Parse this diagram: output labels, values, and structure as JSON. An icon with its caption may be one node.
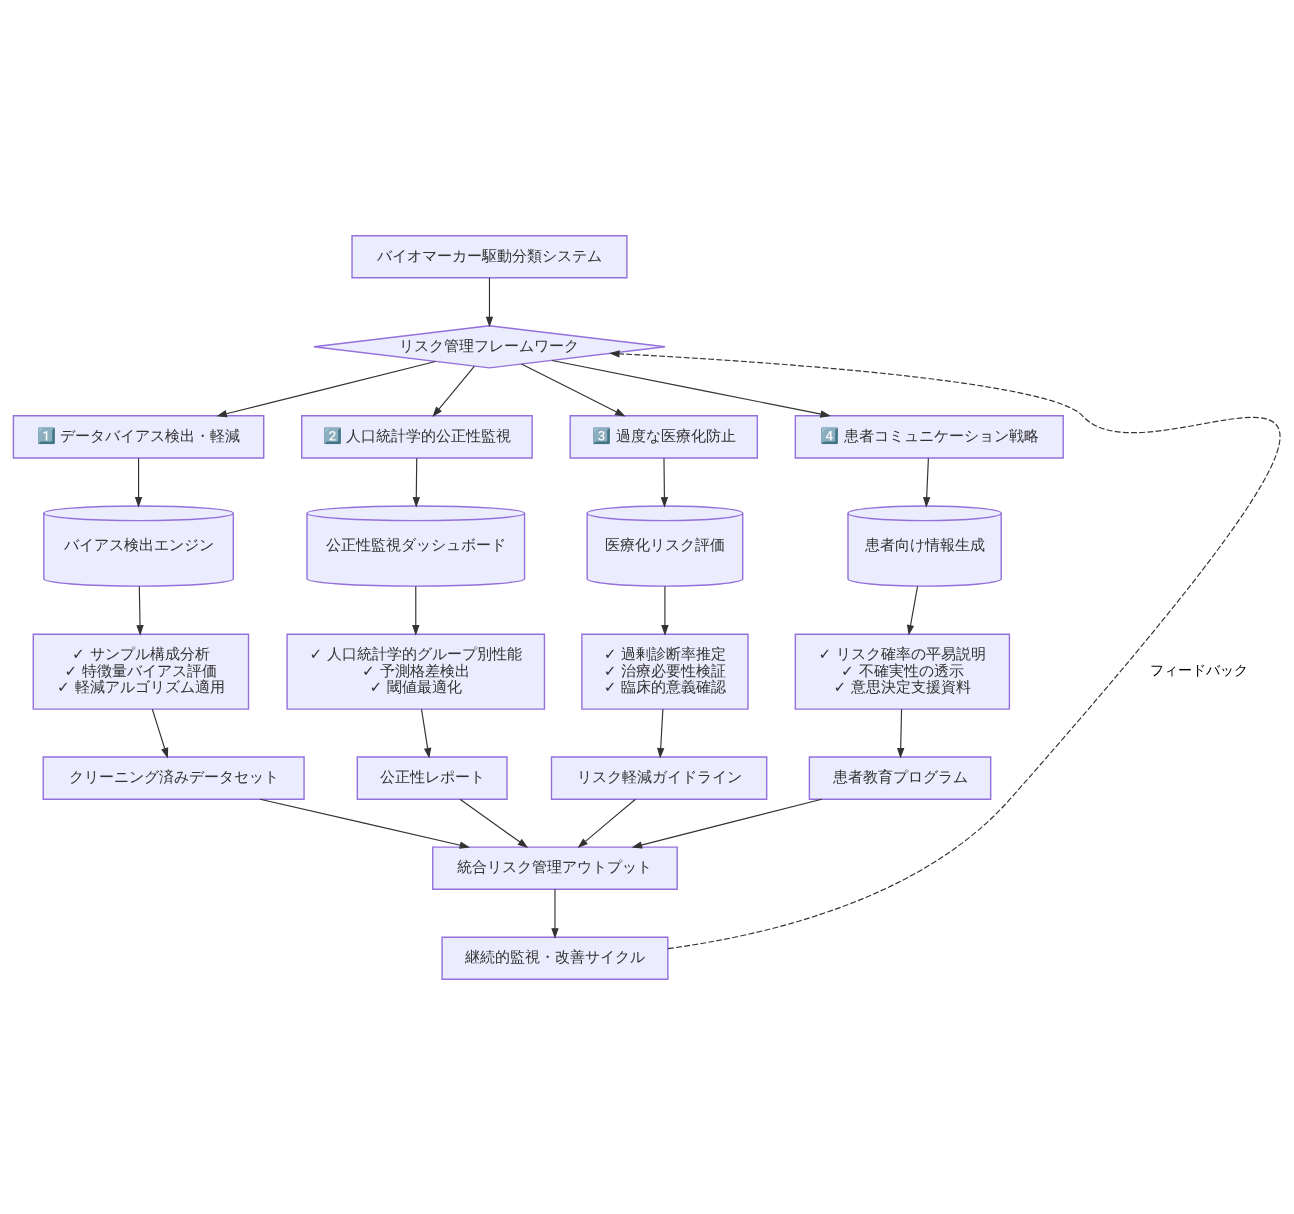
{
  "diagram": {
    "nodes": [
      {
        "text": [
          "バイオマーカー駆動分類システム"
        ]
      },
      {
        "text": [
          "リスク管理フレームワーク"
        ]
      },
      {
        "text": [
          "1️⃣ データバイアス検出・軽減"
        ]
      },
      {
        "text": [
          "2️⃣ 人口統計学的公正性監視"
        ]
      },
      {
        "text": [
          "3️⃣ 過度な医療化防止"
        ]
      },
      {
        "text": [
          "4️⃣ 患者コミュニケーション戦略"
        ]
      },
      {
        "text": [
          "バイアス検出エンジン"
        ]
      },
      {
        "text": [
          "公正性監視ダッシュボード"
        ]
      },
      {
        "text": [
          "医療化リスク評価"
        ]
      },
      {
        "text": [
          "患者向け情報生成"
        ]
      },
      {
        "text": [
          "✓ サンプル構成分析",
          "✓ 特徴量バイアス評価",
          "✓ 軽減アルゴリズム適用"
        ]
      },
      {
        "text": [
          "✓ 人口統計学的グループ別性能",
          "✓ 予測格差検出",
          "✓ 閾値最適化"
        ]
      },
      {
        "text": [
          "✓ 過剰診断率推定",
          "✓ 治療必要性検証",
          "✓ 臨床的意義確認"
        ]
      },
      {
        "text": [
          "✓ リスク確率の平易説明",
          "✓ 不確実性の透示",
          "✓ 意思決定支援資料"
        ]
      },
      {
        "text": [
          "クリーニング済みデータセット"
        ]
      },
      {
        "text": [
          "公正性レポート"
        ]
      },
      {
        "text": [
          "リスク軽減ガイドライン"
        ]
      },
      {
        "text": [
          "患者教育プログラム"
        ]
      },
      {
        "text": [
          "統合リスク管理アウトプット"
        ]
      },
      {
        "text": [
          "継続的監視・改善サイクル"
        ]
      }
    ],
    "edges": [
      {
        "from": 0,
        "to": 1,
        "arrow": "to"
      },
      {
        "from": 1,
        "to": 2,
        "arrow": "to"
      },
      {
        "from": 1,
        "to": 3,
        "arrow": "to"
      },
      {
        "from": 1,
        "to": 4,
        "arrow": "to"
      },
      {
        "from": 1,
        "to": 5,
        "arrow": "to"
      },
      {
        "from": 2,
        "to": 6,
        "arrow": "to"
      },
      {
        "from": 3,
        "to": 7,
        "arrow": "to"
      },
      {
        "from": 4,
        "to": 8,
        "arrow": "to"
      },
      {
        "from": 5,
        "to": 9,
        "arrow": "to"
      },
      {
        "from": 6,
        "to": 10,
        "arrow": "to"
      },
      {
        "from": 7,
        "to": 11,
        "arrow": "to"
      },
      {
        "from": 8,
        "to": 12,
        "arrow": "to"
      },
      {
        "from": 9,
        "to": 13,
        "arrow": "to"
      },
      {
        "from": 10,
        "to": 14,
        "arrow": "to"
      },
      {
        "from": 11,
        "to": 15,
        "arrow": "to"
      },
      {
        "from": 12,
        "to": 16,
        "arrow": "to"
      },
      {
        "from": 13,
        "to": 17,
        "arrow": "to"
      },
      {
        "from": 14,
        "to": 18,
        "arrow": "to"
      },
      {
        "from": 15,
        "to": 18,
        "arrow": "to"
      },
      {
        "from": 16,
        "to": 18,
        "arrow": "to"
      },
      {
        "from": 17,
        "to": 18,
        "arrow": "to"
      },
      {
        "from": 18,
        "to": 19,
        "arrow": "to"
      },
      {
        "from": 19,
        "to": 1,
        "arrow": "to",
        "label": "フィードバック",
        "style": "dashed"
      }
    ]
  }
}
